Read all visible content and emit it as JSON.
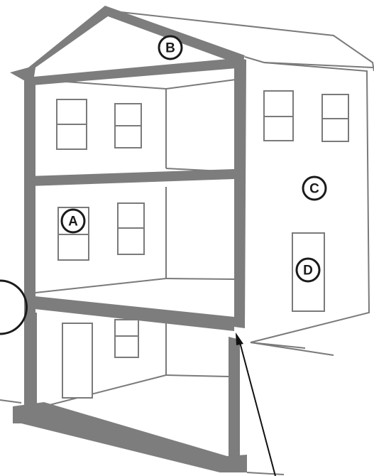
{
  "diagram": {
    "labels": {
      "a": "A",
      "b": "B",
      "c": "C",
      "d": "D"
    },
    "colors": {
      "structure": "#7d7d7d",
      "outline": "#7a7a7a",
      "label_ring": "#1a1a1a",
      "pointer": "#111111",
      "background": "#ffffff"
    }
  }
}
